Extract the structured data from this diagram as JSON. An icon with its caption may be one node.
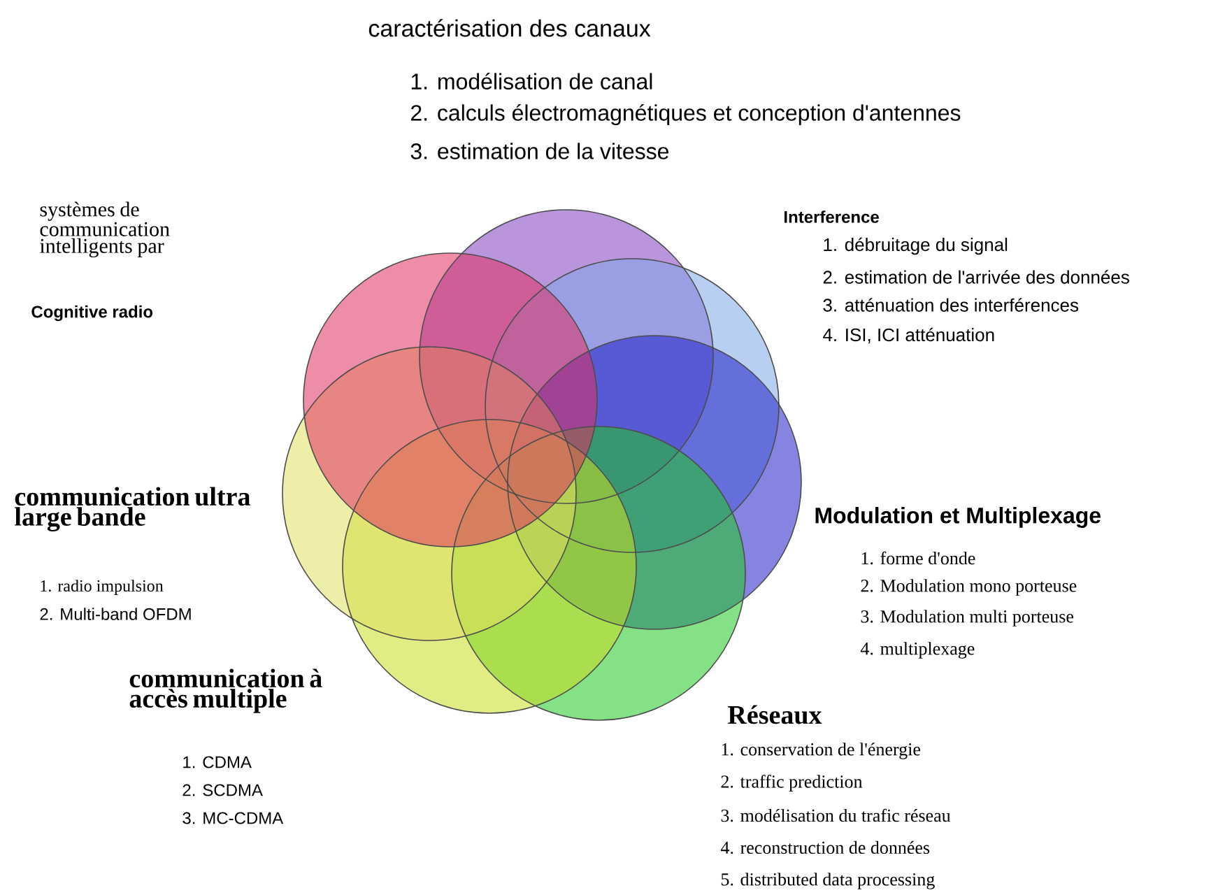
{
  "diagram": {
    "title": "caractérisation des canaux",
    "labels": [
      "1. modélisation de canal",
      "2. calculs électromagnétiques et conception d'antennes",
      "3. estimation de la vitesse",
      "systèmes de communication intelligents par",
      "Cognitive radio",
      "Interference",
      "1. débruitage du signal",
      "2. estimation de l'arrivée des données",
      "3. atténuation des interférences",
      "4. ISI, ICI atténuation",
      "Modulation et Multiplexage",
      "1. forme d'onde",
      "2. Modulation mono porteuse",
      "3. Modulation multi porteuse",
      "4. multiplexage",
      "Réseaux",
      "1. conservation de l'énergie",
      "2. traffic prediction",
      "3. modélisation du trafic réseau",
      "4. reconstruction de données",
      "5. distributed data processing",
      "communication ultra large bande",
      "1. radio impulsion",
      "2. Multi-band OFDM",
      "communication à accès multiple",
      "1. CDMA",
      "2. SCDMA",
      "3. MC-CDMA"
    ]
  }
}
